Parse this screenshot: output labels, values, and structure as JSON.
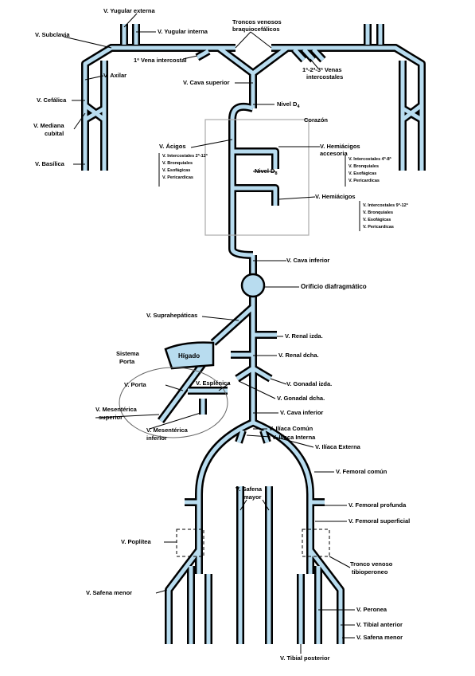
{
  "colors": {
    "vein": "#b8dcef",
    "outline": "#000000",
    "box": "#aaaaaa"
  },
  "labels": {
    "yugular_externa": "V. Yugular externa",
    "yugular_interna": "V. Yugular interna",
    "subclavia": "V. Subclavia",
    "troncos_1": "Troncos venosos",
    "troncos_2": "braquiocefálicos",
    "intercostal_1": "1ª Vena intercostal",
    "intercostales_123_1": "1ª-2ª-3ª Venas",
    "intercostales_123_2": "intercostales",
    "axilar": "V. Axilar",
    "cava_superior": "V. Cava superior",
    "cefalica": "V. Cefálica",
    "nivel_d4": "Nivel D",
    "nivel_d4_sub": "4",
    "corazon": "Corazón",
    "mediana_1": "V. Mediana",
    "mediana_2": "cubital",
    "acigos": "V. Ácigos",
    "hemiacigos_acc_1": "V. Hemiácigos",
    "hemiacigos_acc_2": "accesoria",
    "basilica": "V. Basílica",
    "nivel_d8": "Nivel D",
    "nivel_d8_sub": "8",
    "hemiacigos": "V. Hemiácigos",
    "cava_inferior_top": "V. Cava inferior",
    "orificio": "Orificio diafragmático",
    "suprahepaticas": "V. Suprahepáticas",
    "renal_izda": "V. Renal izda.",
    "higado": "Hígado",
    "renal_dcha": "V. Renal dcha.",
    "sistema_1": "Sistema",
    "sistema_2": "Porta",
    "porta": "V. Porta",
    "esplenica": "V. Esplénica",
    "gonadal_izda": "V. Gonadal izda.",
    "gonadal_dcha": "V. Gonadal dcha.",
    "mesenterica_sup_1": "V. Mesentérica",
    "mesenterica_sup_2": "superior",
    "cava_inferior_low": "V. Cava inferior",
    "mesenterica_inf_1": "V. Mesentérica",
    "mesenterica_inf_2": "inferior",
    "iliaca_comun": "V. Ilíaca Común",
    "iliaca_interna": "V. Ilíaca Interna",
    "iliaca_externa": "V. Ilíaca Externa",
    "femoral_comun": "V. Femoral común",
    "safena_mayor_1": "V. Safena",
    "safena_mayor_2": "mayor",
    "femoral_profunda": "V. Femoral  profunda",
    "femoral_superficial": "V. Femoral superficial",
    "poplitea": "V. Poplítea",
    "tronco_tibio_1": "Tronco venoso",
    "tronco_tibio_2": "tibioperoneo",
    "safena_menor_left": "V. Safena menor",
    "peronea": "V. Peronea",
    "tibial_anterior": "V. Tibial anterior",
    "safena_menor_right": "V. Safena menor",
    "tibial_posterior": "V. Tibial posterior"
  },
  "lists": {
    "acigos_afferents": [
      "V. Intercostales 2ª-12ª",
      "V. Bronquiales",
      "V. Esofágicas",
      "V. Pericardicas"
    ],
    "hemiacigos_acc_afferents": [
      "V. Intercostales 4ª-8ª",
      "V. Bronquiales",
      "V. Esofágicas",
      "V. Pericardicas"
    ],
    "hemiacigos_afferents": [
      "V. Intercostales 9ª-12ª",
      "V. Bronquiales",
      "V. Esofágicas",
      "V. Pericardicas"
    ]
  }
}
